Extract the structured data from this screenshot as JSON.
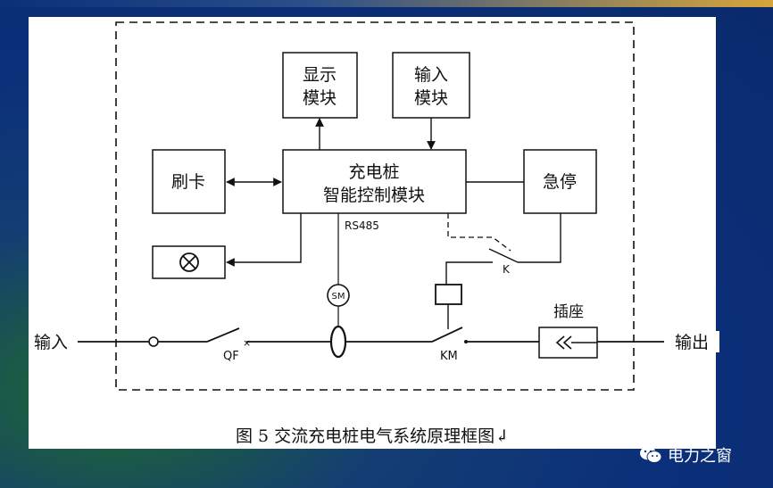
{
  "diagram": {
    "blocks": {
      "display": [
        "显示",
        "模块"
      ],
      "input_module": [
        "输入",
        "模块"
      ],
      "controller": [
        "充电桩",
        "智能控制模块"
      ],
      "card": "刷卡",
      "estop": "急停",
      "socket": "插座"
    },
    "labels": {
      "rs485": "RS485",
      "sm": "SM",
      "k": "K",
      "qf": "QF",
      "km": "KM",
      "input": "输入",
      "output": "输出"
    },
    "caption": "图 5  交流充电桩电气系统原理框图↲"
  },
  "watermark": {
    "text": "电力之窗",
    "icon": "wechat-icon"
  },
  "colors": {
    "background": "#0b2f7a",
    "panel": "#ffffff",
    "line": "#111111"
  }
}
